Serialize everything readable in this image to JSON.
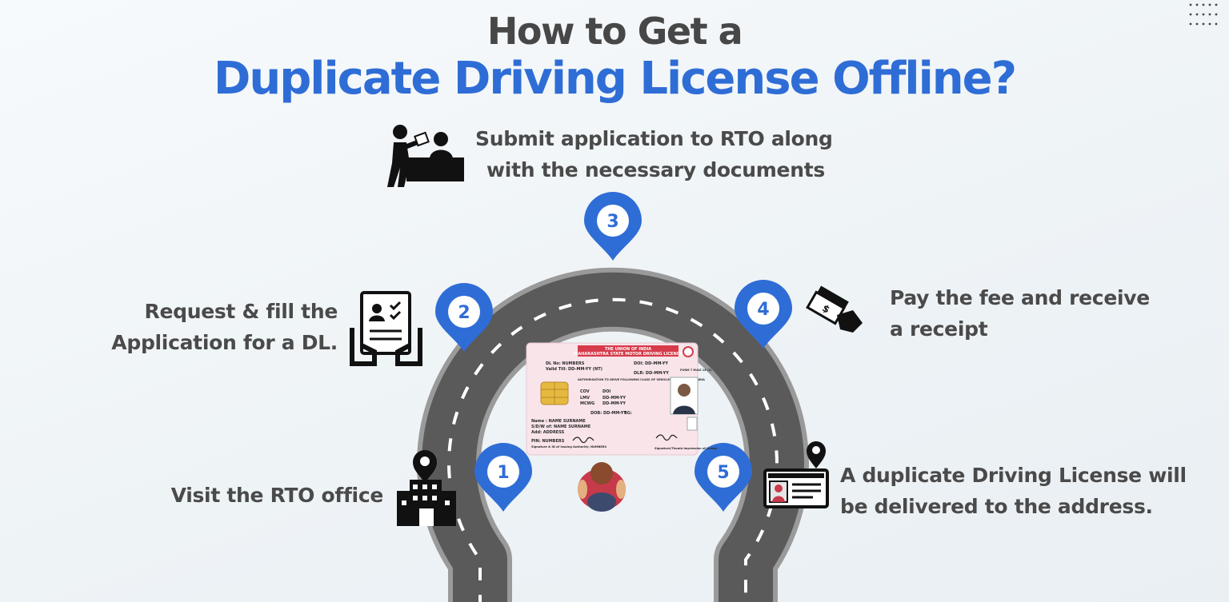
{
  "title": {
    "line1": "How to Get a",
    "line2": "Duplicate Driving License Offline?"
  },
  "colors": {
    "brand_blue": "#2f6dd6",
    "road": "#5a5a5a",
    "text": "#4a4a4a"
  },
  "steps": [
    {
      "number": "1",
      "lines": [
        "Visit the RTO office"
      ],
      "icon": "office-building-location-icon"
    },
    {
      "number": "2",
      "lines": [
        "Request & fill the",
        "Application for a DL."
      ],
      "icon": "application-form-icon"
    },
    {
      "number": "3",
      "lines": [
        "Submit application to RTO along",
        "with the necessary documents"
      ],
      "icon": "person-at-counter-icon"
    },
    {
      "number": "4",
      "lines": [
        "Pay the fee and receive",
        "a receipt"
      ],
      "icon": "cash-payment-icon"
    },
    {
      "number": "5",
      "lines": [
        "A duplicate Driving License will",
        "be delivered to the address."
      ],
      "icon": "id-card-location-icon"
    }
  ],
  "license_card": {
    "header1": "THE UNION OF INDIA",
    "header2": "MAHARASHTRA STATE MOTOR DRIVING LICENCE",
    "dl_no": "DL No: NUMBERS",
    "valid_till": "Valid Till: DD-MM-YY (NT)",
    "doi": "DOI: DD-MM-YY",
    "dlr": "DLR: DD-MM-YY",
    "authorisation": "AUTHORISATION TO DRIVE FOLLOWING CLASS OF VEHICLES THROUGHOUT INDIA",
    "cov": "COV",
    "doi_col": "DOI",
    "class1": "LMV",
    "class1_date": "DD-MM-YY",
    "class2": "MCWG",
    "class2_date": "DD-MM-YY",
    "dob": "DOB: DD-MM-YY",
    "bg": "BG:",
    "name": "Name : NAME SURNAME",
    "sdw": "S/D/W of: NAME SURNAME",
    "address": "Add: ADDRESS",
    "pin": "PIN: NUMBERS",
    "sig_label": "Signature & ID of Issuing Authority: NUMBERS",
    "holder_sig": "Signature/Thumb Impression of Holder",
    "form": "FORM 7 RULE 16 (2)"
  }
}
